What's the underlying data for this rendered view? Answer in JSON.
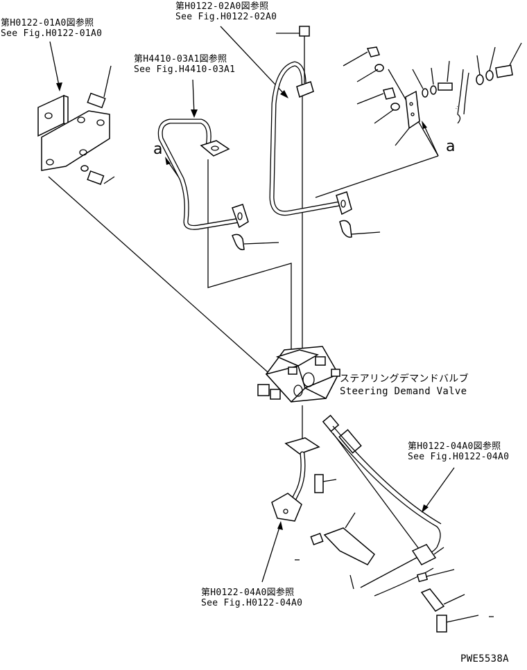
{
  "refs": {
    "ref_01": {
      "jp": "第H0122-01A0図参照",
      "en": "See Fig.H0122-01A0"
    },
    "ref_02": {
      "jp": "第H0122-02A0図参照",
      "en": "See Fig.H0122-02A0"
    },
    "ref_4410": {
      "jp": "第H4410-03A1図参照",
      "en": "See Fig.H4410-03A1"
    },
    "ref_04_right": {
      "jp": "第H0122-04A0図参照",
      "en": "See Fig.H0122-04A0"
    },
    "ref_04_bottom": {
      "jp": "第H0122-04A0図参照",
      "en": "See Fig.H0122-04A0"
    }
  },
  "valve": {
    "jp": "ステアリングデマンドバルブ",
    "en": "Steering Demand Valve"
  },
  "markers": {
    "a_left": "a",
    "a_right": "a"
  },
  "drawing_code": "PWE5538A"
}
